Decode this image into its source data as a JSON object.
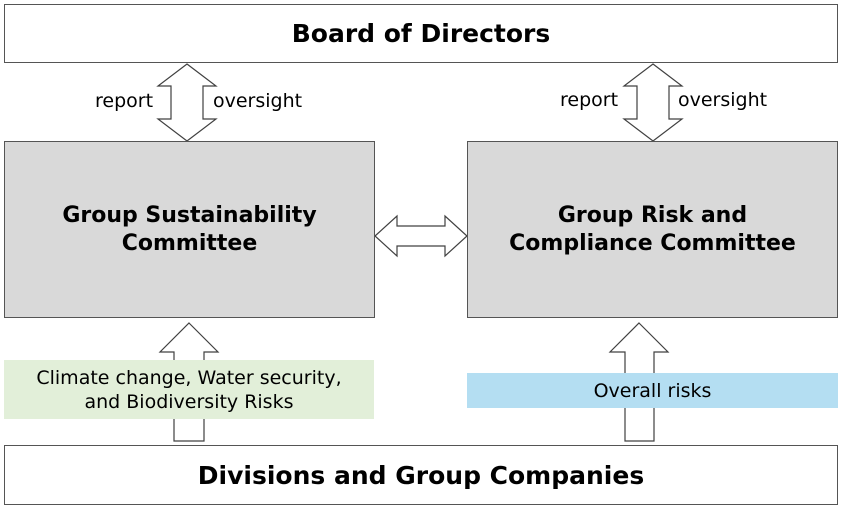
{
  "board": {
    "title": "Board of Directors"
  },
  "committees": {
    "sustainability": {
      "line1": "Group Sustainability",
      "line2": "Committee"
    },
    "risk": {
      "line1": "Group Risk and",
      "line2": "Compliance Committee"
    }
  },
  "connectors": {
    "left": {
      "report": "report",
      "oversight": "oversight"
    },
    "right": {
      "report": "report",
      "oversight": "oversight"
    }
  },
  "risk_bands": {
    "left": {
      "line1": "Climate change, Water security,",
      "line2": "and Biodiversity Risks",
      "color": "#e2efd9"
    },
    "right": {
      "text": "Overall risks",
      "color": "#b4def2"
    }
  },
  "divisions": {
    "title": "Divisions and Group Companies"
  },
  "colors": {
    "committee_fill": "#d9d9d9",
    "border": "#555555"
  }
}
